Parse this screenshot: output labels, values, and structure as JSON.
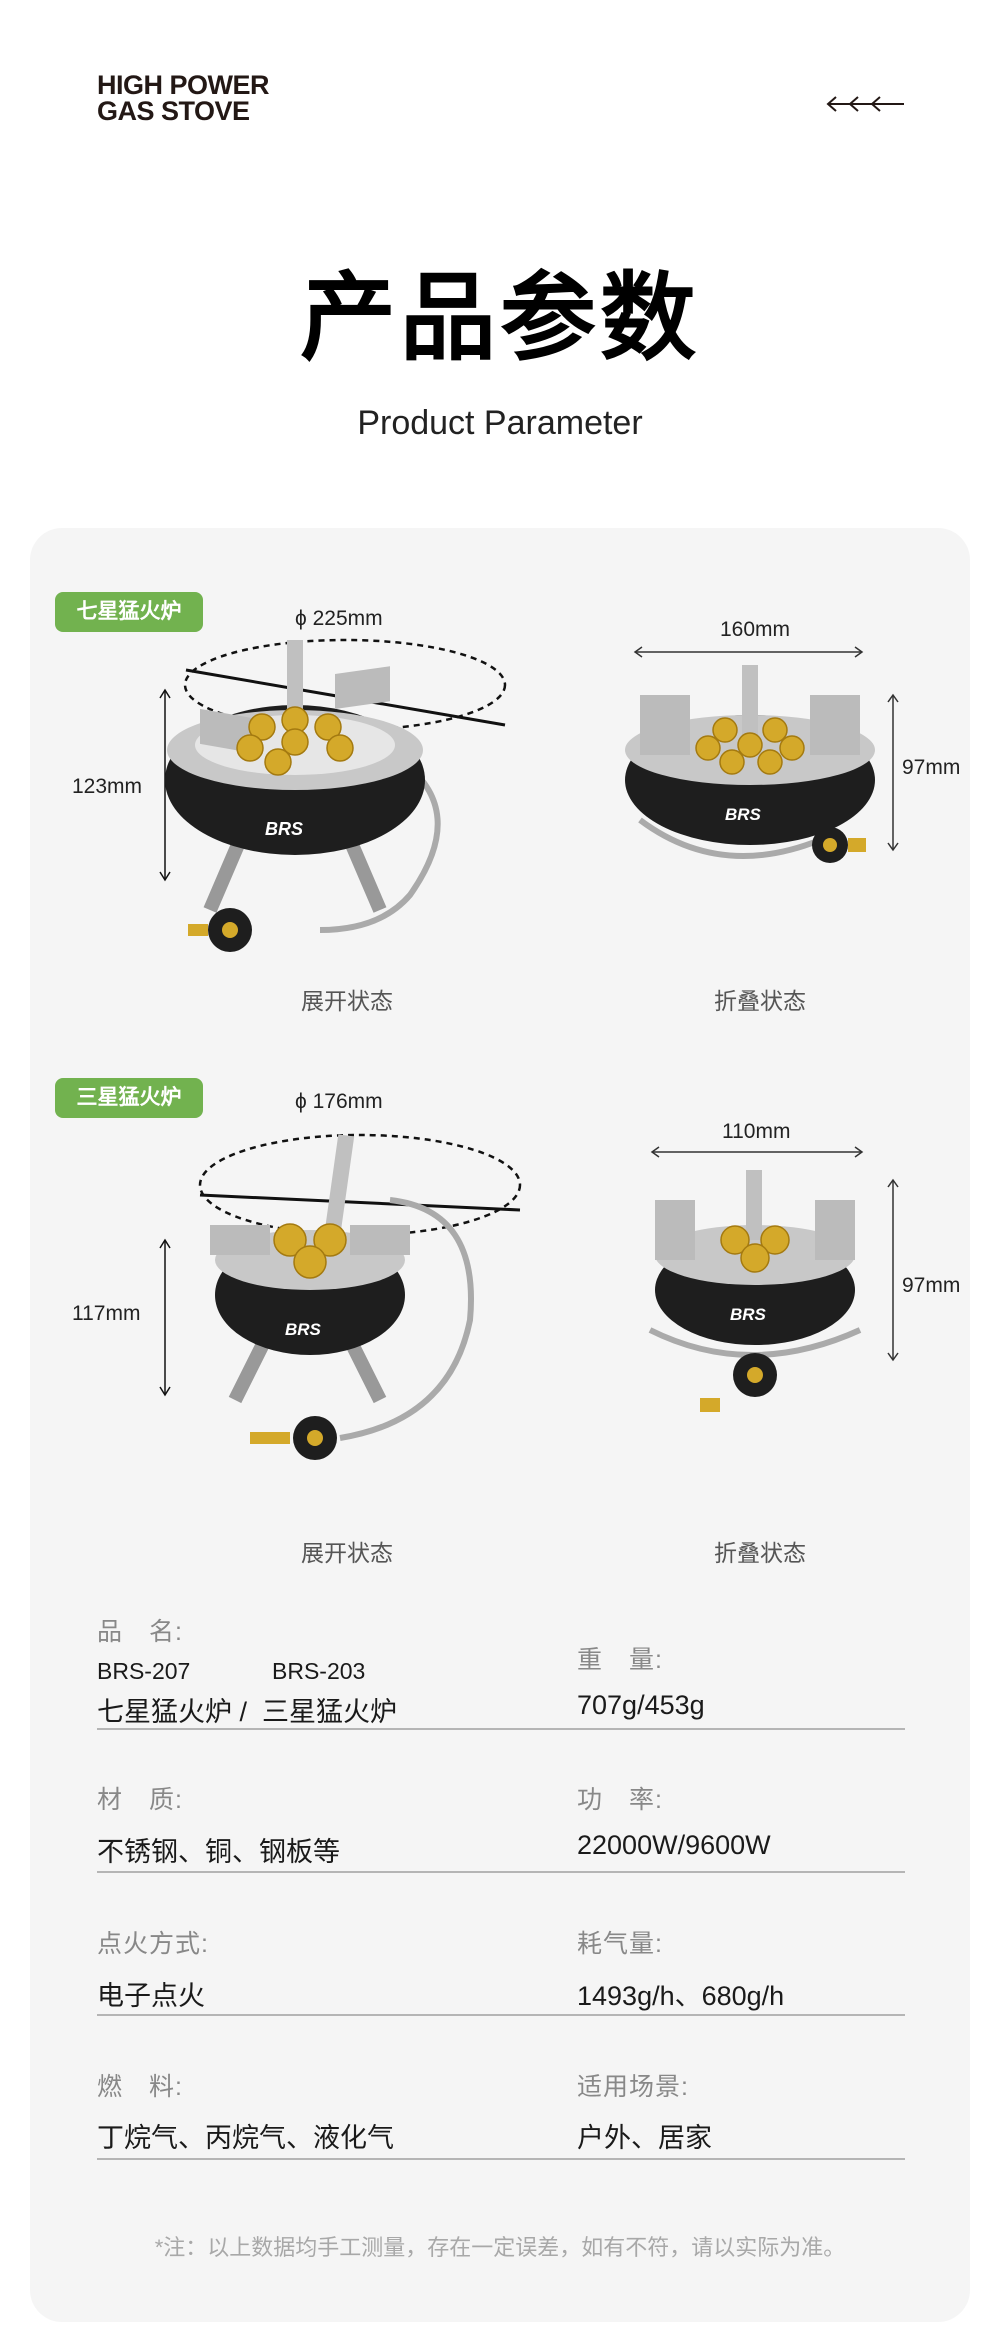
{
  "header": {
    "brand_line1": "HIGH POWER",
    "brand_line2": "GAS STOVE",
    "arrows_icon": "triple-left-arrow-icon",
    "title": "产品参数",
    "subtitle": "Product Parameter"
  },
  "colors": {
    "accent_green": "#72b24f",
    "card_bg": "#f5f5f5",
    "brass": "#d4a92a",
    "body_black": "#1e1e1e"
  },
  "products": [
    {
      "tag": "七星猛火炉",
      "diameter": "ϕ 225mm",
      "height_open": "123mm",
      "width_folded": "160mm",
      "height_folded": "97mm",
      "caption_open": "展开状态",
      "caption_folded": "折叠状态"
    },
    {
      "tag": "三星猛火炉",
      "diameter": "ϕ 176mm",
      "height_open": "117mm",
      "width_folded": "110mm",
      "height_folded": "97mm",
      "caption_open": "展开状态",
      "caption_folded": "折叠状态"
    }
  ],
  "specs": {
    "name_label": "品　名:",
    "model_a": "BRS-207",
    "model_b": "BRS-203",
    "name_value": "七星猛火炉 /  三星猛火炉",
    "weight_label": "重　量:",
    "weight_value": "707g/453g",
    "material_label": "材　质:",
    "material_value": "不锈钢、铜、钢板等",
    "power_label": "功　率:",
    "power_value": "22000W/9600W",
    "ignition_label": "点火方式:",
    "ignition_value": "电子点火",
    "consumption_label": "耗气量:",
    "consumption_value": "1493g/h、680g/h",
    "fuel_label": "燃　料:",
    "fuel_value": "丁烷气、丙烷气、液化气",
    "scene_label": "适用场景:",
    "scene_value": "户外、居家"
  },
  "note": "*注：以上数据均手工测量，存在一定误差，如有不符，请以实际为准。"
}
